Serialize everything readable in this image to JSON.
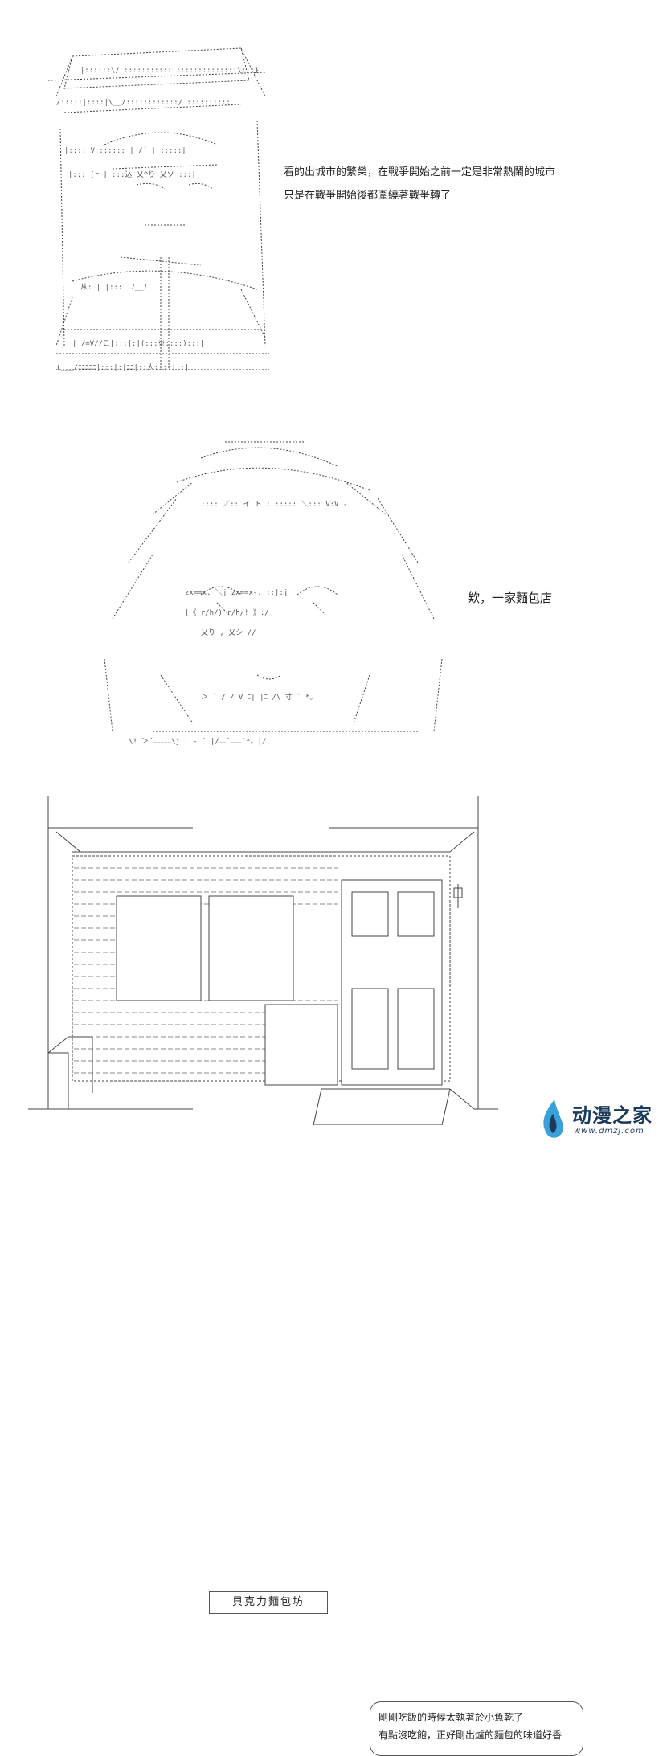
{
  "panel1": {
    "caption_line1": "看的出城市的繁榮，在戰爭開始之前一定是非常熱鬧的城市",
    "caption_line2": "只是在戰爭開始後都圍繞著戰爭轉了"
  },
  "panel2": {
    "caption": "欸，一家麵包店"
  },
  "panel3": {
    "sign": "貝克力麵包坊",
    "bubble_line1": "剛剛吃飯的時候太執著於小魚乾了",
    "bubble_line2": "有點沒吃飽，正好剛出爐的麵包的味道好香"
  },
  "watermark": {
    "text": "动漫之家",
    "url": "www.dmzj.com",
    "color": "#1b3a5c",
    "accent": "#3aa0d8"
  }
}
